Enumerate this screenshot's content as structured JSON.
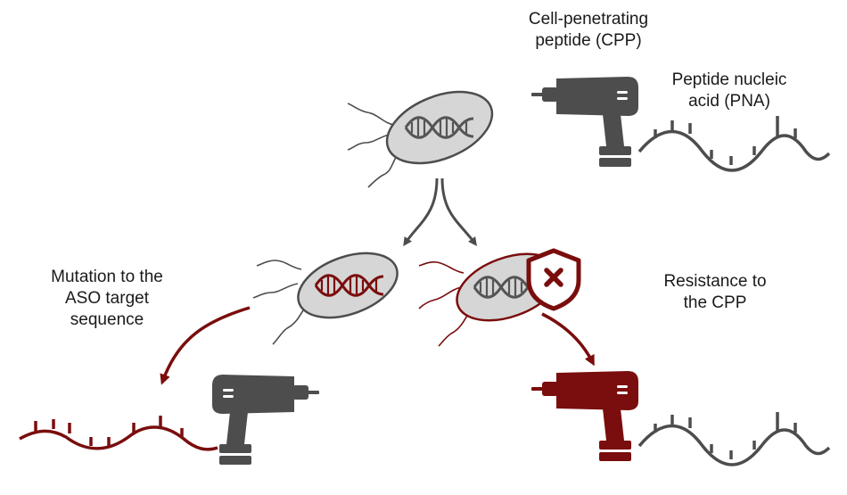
{
  "labels": {
    "cpp_line1": "Cell-penetrating",
    "cpp_line2": "peptide (CPP)",
    "pna_line1": "Peptide nucleic",
    "pna_line2": "acid (PNA)",
    "mut_line1": "Mutation to the",
    "mut_line2": "ASO target",
    "mut_line3": "sequence",
    "res_line1": "Resistance to",
    "res_line2": "the CPP"
  },
  "colors": {
    "gray": "#4d4d4d",
    "dark_red": "#7a0d0d",
    "cell_fill": "#d6d6d6",
    "cell_stroke": "#4d4d4d"
  },
  "icons": [
    "bacterium-icon",
    "dna-icon",
    "drill-icon",
    "shield-x-icon",
    "pna-strand-icon",
    "arrow-icon"
  ]
}
